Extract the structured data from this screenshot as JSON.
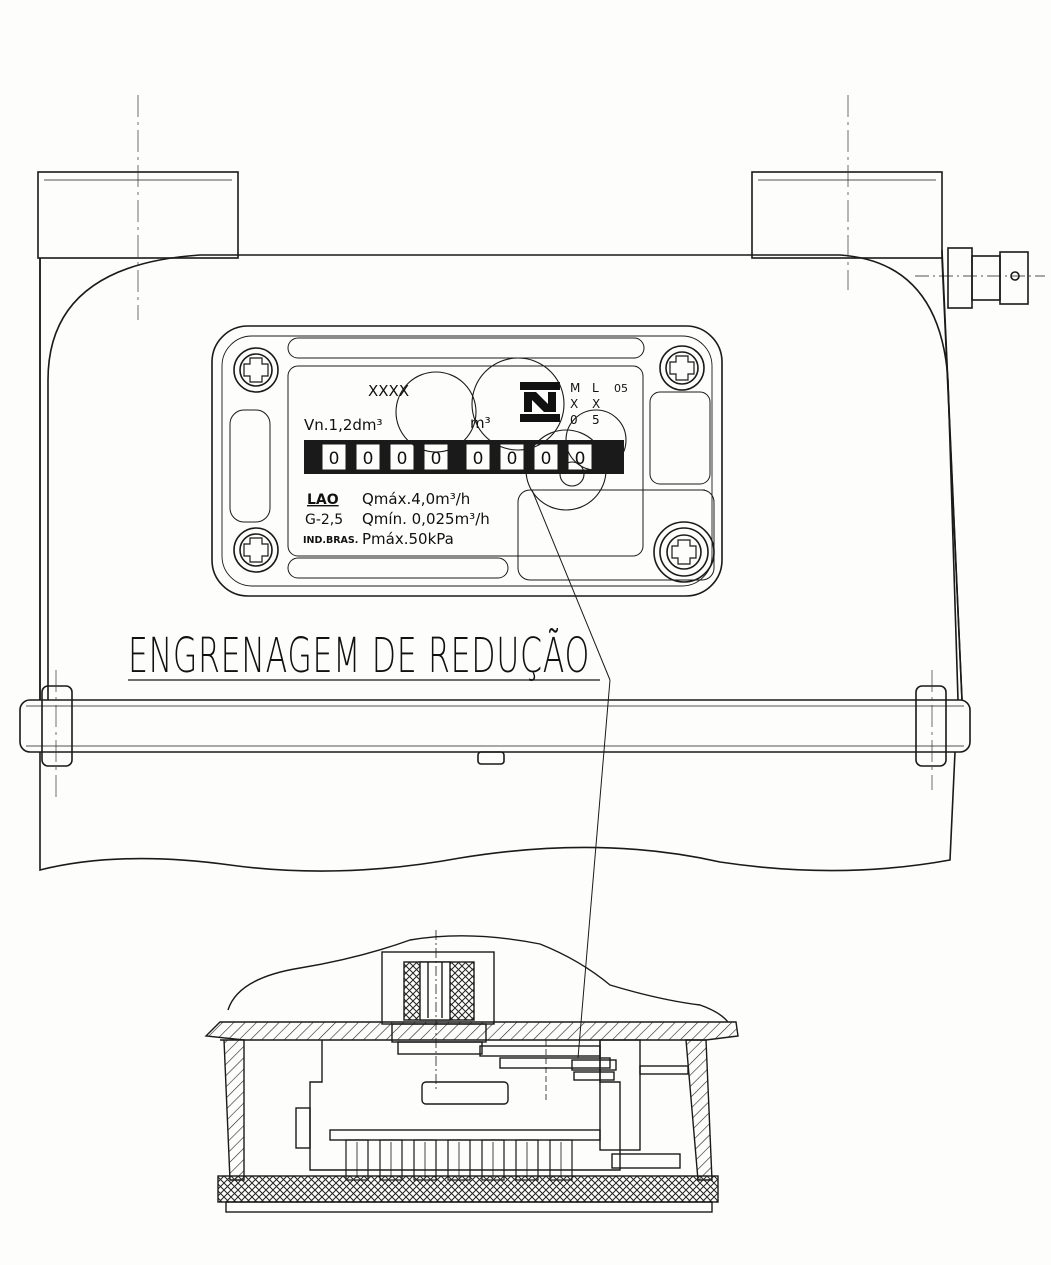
{
  "drawing": {
    "title": "ENGRENAGEM DE REDUÇÃO"
  },
  "nameplate": {
    "serial": "XXXX",
    "nominal_volume": "Vn.1,2dm³",
    "unit": "m³",
    "brand": "LAO",
    "model": "G-2,5",
    "origin": "IND.BRAS.",
    "qmax": "Qmáx.4,0m³/h",
    "qmin": "Qmín. 0,025m³/h",
    "pmax": "Pmáx.50kPa",
    "code_col1": [
      "M",
      "X",
      "0"
    ],
    "code_col2": [
      "L",
      "X",
      "5"
    ],
    "code_year": "05",
    "counter_digits": [
      "0",
      "0",
      "0",
      "0",
      "0",
      "0",
      "0",
      "0"
    ]
  },
  "colors": {
    "line": "#1a1a1a",
    "paper": "#fdfdfb",
    "counter_band": "#1a1a1a"
  }
}
